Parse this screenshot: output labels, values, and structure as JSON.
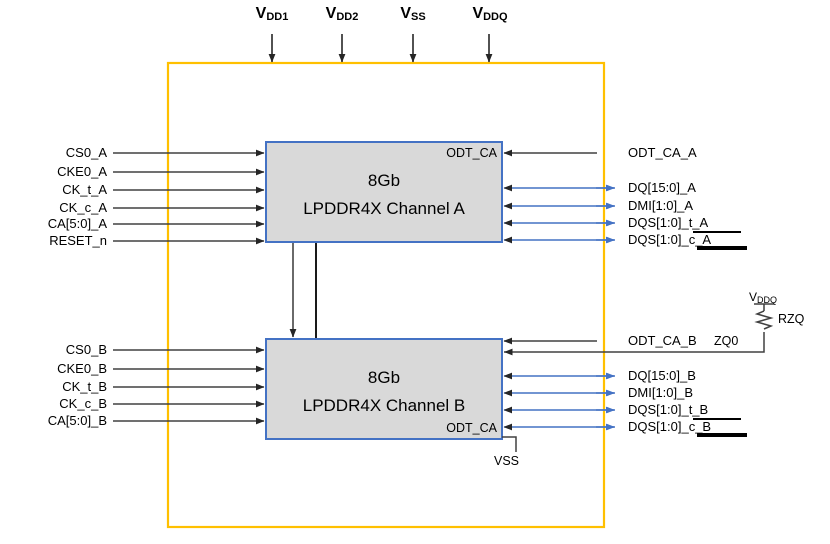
{
  "diagram": {
    "title": "LPDDR4X dual-channel 8Gb package block diagram",
    "colors": {
      "package_boundary": "#ffc000",
      "block_fill": "#d9d9d9",
      "block_border": "#4472c4",
      "data_signal": "#4472c4",
      "control_signal": "#404040",
      "text": "#000000"
    }
  },
  "power_rails": [
    {
      "name": "vdd1-rail",
      "base": "V",
      "sub": "DD1"
    },
    {
      "name": "vdd2-rail",
      "base": "V",
      "sub": "DD2"
    },
    {
      "name": "vss-rail",
      "base": "V",
      "sub": "SS"
    },
    {
      "name": "vddq-rail",
      "base": "V",
      "sub": "DDQ"
    }
  ],
  "channel_a": {
    "block_line1": "8Gb",
    "block_line2": "LPDDR4X Channel A",
    "odt_corner_label": "ODT_CA",
    "inputs": [
      "CS0_A",
      "CKE0_A",
      "CK_t_A",
      "CK_c_A",
      "CA[5:0]_A",
      "RESET_n"
    ],
    "right_control": "ODT_CA_A",
    "data_signals": [
      "DQ[15:0]_A",
      "DMI[1:0]_A",
      "DQS[1:0]_t_A",
      "DQS[1:0]_c_A"
    ]
  },
  "channel_b": {
    "block_line1": "8Gb",
    "block_line2": "LPDDR4X Channel B",
    "odt_corner_label": "ODT_CA",
    "inputs": [
      "CS0_B",
      "CKE0_B",
      "CK_t_B",
      "CK_c_B",
      "CA[5:0]_B"
    ],
    "right_control": "ODT_CA_B",
    "data_signals": [
      "DQ[15:0]_B",
      "DMI[1:0]_B",
      "DQS[1:0]_t_B",
      "DQS[1:0]_c_B"
    ],
    "ground_label": "VSS"
  },
  "zq_network": {
    "supply_base": "V",
    "supply_sub": "DDQ",
    "resistor_label": "RZQ",
    "pin_label": "ZQ0"
  }
}
